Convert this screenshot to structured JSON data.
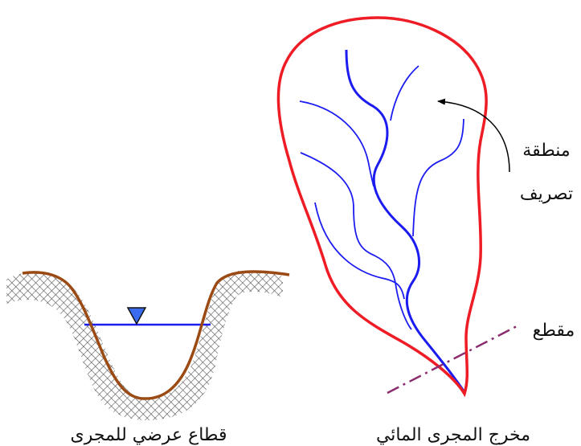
{
  "labels": {
    "drainage_area_line1": "منطقة",
    "drainage_area_line2": "تصريف",
    "section": "مقطع",
    "outlet": "مخرج المجرى المائي",
    "cross_section": "قطاع عرضي للمجرى"
  },
  "colors": {
    "watershed_boundary": "#ee1c24",
    "streams": "#1c1cf0",
    "section_line": "#8b2d6e",
    "channel_bed": "#9a4a12",
    "soil_hatch": "#555555",
    "water_line": "#1c1cf0",
    "water_marker": "#3b6cf0",
    "arrow": "#000000"
  },
  "icons": {
    "water_level_marker": "inverted-triangle",
    "soil": "cross-hatch"
  }
}
